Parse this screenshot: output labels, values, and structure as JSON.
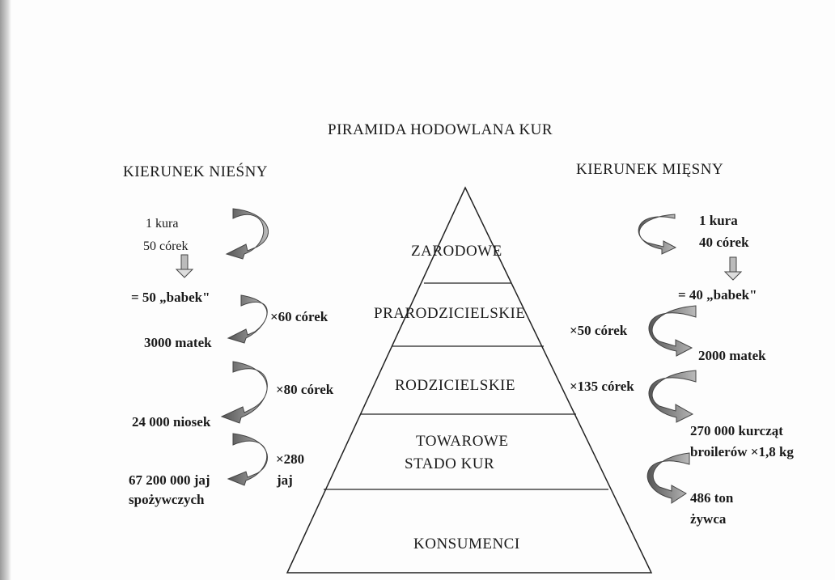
{
  "title": "PIRAMIDA HODOWLANA KUR",
  "left_heading": "KIERUNEK NIEŚNY",
  "right_heading": "KIERUNEK MIĘSNY",
  "pyramid_levels": [
    "ZARODOWE",
    "PRARODZICIELSKIE",
    "RODZICIELSKIE",
    "TOWAROWE",
    "STADO KUR",
    "KONSUMENCI"
  ],
  "left": {
    "start_1": "1 kura",
    "start_2": "50 córek",
    "babki": "= 50 „babek\"",
    "mult_1": "×60 córek",
    "matki": "3000 matek",
    "mult_2": "×80 córek",
    "nioski": "24 000 niosek",
    "mult_3a": "×280",
    "mult_3b": "jaj",
    "eggs_1": "67 200 000 jaj",
    "eggs_2": "spożywczych"
  },
  "right": {
    "start_1": "1 kura",
    "start_2": "40 córek",
    "babki": "= 40 „babek\"",
    "mult_1": "×50 córek",
    "matki": "2000 matek",
    "mult_2": "×135 córek",
    "chicks_1": "270 000 kurcząt",
    "chicks_2": "broilerów ×1,8 kg",
    "meat_1": "486 ton",
    "meat_2": "żywca"
  }
}
